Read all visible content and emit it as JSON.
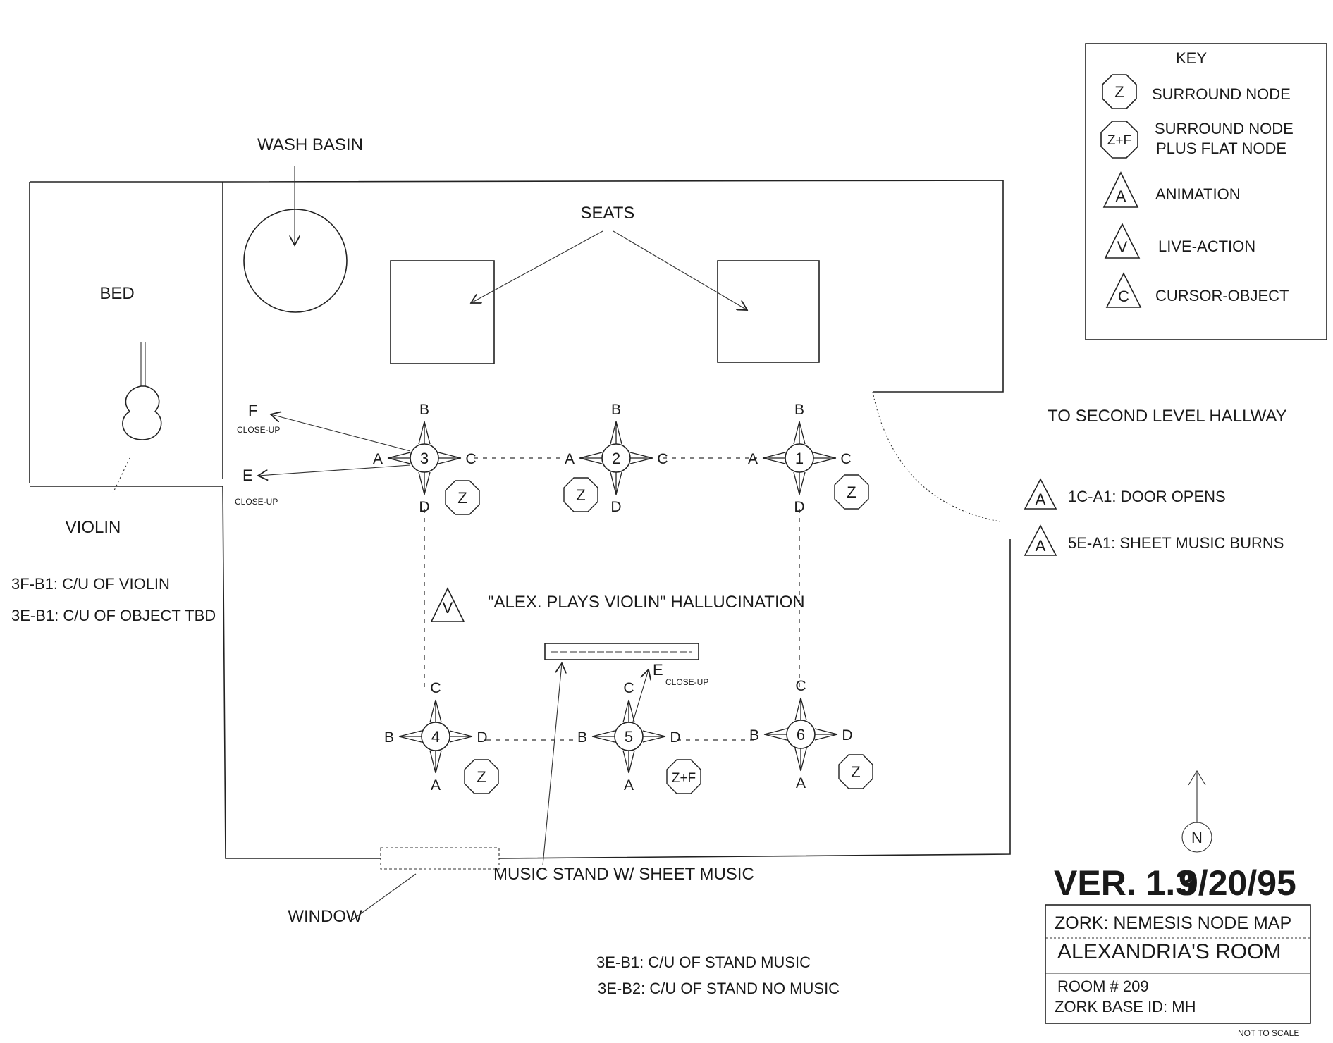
{
  "key": {
    "title": "KEY",
    "items": [
      {
        "symbol": "Z",
        "shape": "octagon",
        "label": "SURROUND NODE"
      },
      {
        "symbol": "Z+F",
        "shape": "octagon",
        "label": "SURROUND NODE",
        "label2": "PLUS FLAT NODE"
      },
      {
        "symbol": "A",
        "shape": "triangle",
        "label": "ANIMATION"
      },
      {
        "symbol": "V",
        "shape": "triangle",
        "label": "LIVE-ACTION"
      },
      {
        "symbol": "C",
        "shape": "triangle",
        "label": "CURSOR-OBJECT"
      }
    ]
  },
  "labels": {
    "wash_basin": "WASH BASIN",
    "seats": "SEATS",
    "bed": "BED",
    "violin": "VIOLIN",
    "window": "WINDOW",
    "music_stand": "MUSIC STAND W/ SHEET MUSIC",
    "hallway": "TO SECOND LEVEL HALLWAY",
    "hallucination": "\"ALEX. PLAYS VIOLIN\" HALLUCINATION",
    "close_up": "CLOSE-UP",
    "north": "N"
  },
  "notes_left": [
    "3F-B1: C/U OF VIOLIN",
    "3E-B1: C/U OF OBJECT TBD"
  ],
  "notes_bottom": [
    "3E-B1: C/U OF STAND MUSIC",
    "3E-B2: C/U OF STAND NO MUSIC"
  ],
  "animations": [
    {
      "symbol": "A",
      "label": "1C-A1: DOOR OPENS"
    },
    {
      "symbol": "A",
      "label": "5E-A1: SHEET MUSIC BURNS"
    }
  ],
  "hallucination_symbol": "V",
  "nodes": [
    {
      "id": "3",
      "badge": "Z",
      "top": "B",
      "left": "A",
      "right": "C",
      "bottom": "D"
    },
    {
      "id": "2",
      "badge": "Z",
      "top": "B",
      "left": "A",
      "right": "C",
      "bottom": "D"
    },
    {
      "id": "1",
      "badge": "Z",
      "top": "B",
      "left": "A",
      "right": "C",
      "bottom": "D"
    },
    {
      "id": "4",
      "badge": "Z",
      "top": "C",
      "left": "B",
      "right": "D",
      "bottom": "A"
    },
    {
      "id": "5",
      "badge": "Z+F",
      "top": "C",
      "left": "B",
      "right": "D",
      "bottom": "A"
    },
    {
      "id": "6",
      "badge": "Z",
      "top": "C",
      "left": "B",
      "right": "D",
      "bottom": "A"
    }
  ],
  "exits": {
    "f": "F",
    "e_left": "E",
    "e_stand": "E"
  },
  "version": {
    "ver": "VER. 1.3",
    "date": "9/20/95"
  },
  "title_block": {
    "line1": "ZORK: NEMESIS NODE MAP",
    "line2": "ALEXANDRIA'S ROOM",
    "line3": "ROOM # 209",
    "line4": "ZORK BASE ID: MH",
    "scale": "NOT TO SCALE"
  }
}
